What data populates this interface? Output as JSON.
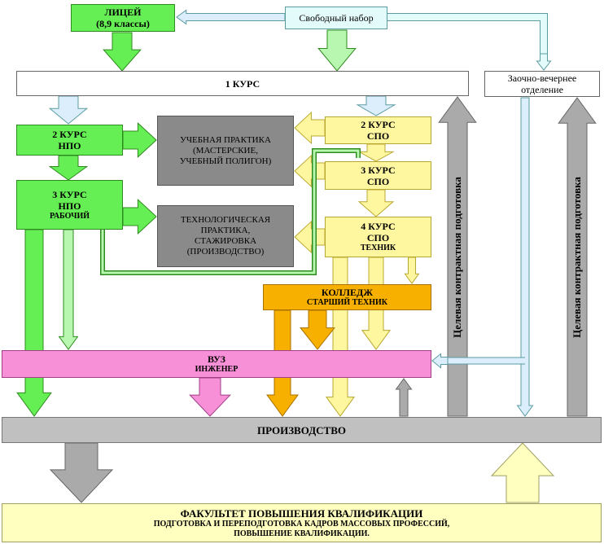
{
  "nodes": {
    "lyceum": {
      "line1": "ЛИЦЕЙ",
      "line2": "(8,9 классы)",
      "color": "#66ee55"
    },
    "free_admission": {
      "label": "Свободный набор",
      "color": "#e4fbfb"
    },
    "course1": {
      "label": "1 КУРС",
      "color": "#ffffff"
    },
    "correspondence": {
      "line1": "Заочно-вечернее",
      "line2": "отделение",
      "color": "#ffffff"
    },
    "npo2": {
      "line1": "2 КУРС",
      "line2": "НПО",
      "color": "#66ee55"
    },
    "npo3": {
      "line1": "3 КУРС",
      "line2": "НПО",
      "line3": "РАБОЧИЙ",
      "color": "#66ee55"
    },
    "study_practice": {
      "line1": "УЧЕБНАЯ ПРАКТИКА",
      "line2": "(МАСТЕРСКИЕ,",
      "line3": "УЧЕБНЫЙ ПОЛИГОН)",
      "color": "#8a8a8a"
    },
    "tech_practice": {
      "line1": "ТЕХНОЛОГИЧЕСКАЯ",
      "line2": "ПРАКТИКА,",
      "line3": "СТАЖИРОВКА",
      "line4": "(ПРОИЗВОДСТВО)",
      "color": "#8a8a8a"
    },
    "spo2": {
      "line1": "2 КУРС",
      "line2": "СПО",
      "color": "#fff6a0"
    },
    "spo3": {
      "line1": "3 КУРС",
      "line2": "СПО",
      "color": "#fff6a0"
    },
    "spo4": {
      "line1": "4 КУРС",
      "line2": "СПО",
      "line3": "ТЕХНИК",
      "color": "#fff6a0"
    },
    "college": {
      "line1": "КОЛЛЕДЖ",
      "line2": "СТАРШИЙ ТЕХНИК",
      "color": "#f7b000"
    },
    "university": {
      "line1": "ВУЗ",
      "line2": "ИНЖЕНЕР",
      "color": "#f890d8"
    },
    "production": {
      "label": "ПРОИЗВОДСТВО",
      "color": "#c0c0c0"
    },
    "faculty": {
      "line1": "ФАКУЛЬТЕТ ПОВЫШЕНИЯ КВАЛИФИКАЦИИ",
      "line2": "ПОДГОТОВКА И ПЕРЕПОДГОТОВКА КАДРОВ МАССОВЫХ ПРОФЕССИЙ,",
      "line3": "ПОВЫШЕНИЕ КВАЛИФИКАЦИИ.",
      "color": "#ffffc0"
    }
  },
  "side_labels": {
    "targeted_left": "Целевая контрактная подготовка",
    "targeted_right": "Целевая контрактная подготовка"
  },
  "arrow_colors": {
    "green": "#66ee55",
    "light_green": "#b8f7b0",
    "light_blue": "#dceefc",
    "gray": "#aaaaaa",
    "yellow": "#fff6a0",
    "orange": "#f7b000",
    "pink": "#f890d8",
    "cream": "#ffffc0"
  }
}
